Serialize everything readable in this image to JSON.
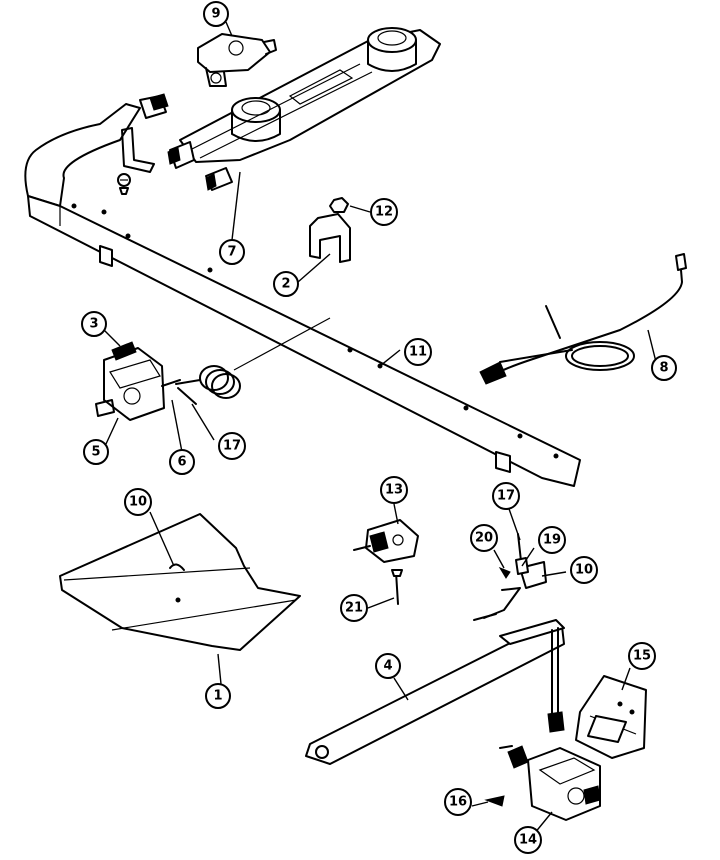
{
  "callouts": [
    {
      "id": "c9",
      "label": "9"
    },
    {
      "id": "c12",
      "label": "12"
    },
    {
      "id": "c7",
      "label": "7"
    },
    {
      "id": "c2",
      "label": "2"
    },
    {
      "id": "c3",
      "label": "3"
    },
    {
      "id": "c11",
      "label": "11"
    },
    {
      "id": "c8",
      "label": "8"
    },
    {
      "id": "c5",
      "label": "5"
    },
    {
      "id": "c6",
      "label": "6"
    },
    {
      "id": "c17a",
      "label": "17"
    },
    {
      "id": "c10a",
      "label": "10"
    },
    {
      "id": "c13",
      "label": "13"
    },
    {
      "id": "c17b",
      "label": "17"
    },
    {
      "id": "c20",
      "label": "20"
    },
    {
      "id": "c19",
      "label": "19"
    },
    {
      "id": "c10b",
      "label": "10"
    },
    {
      "id": "c21",
      "label": "21"
    },
    {
      "id": "c1",
      "label": "1"
    },
    {
      "id": "c4",
      "label": "4"
    },
    {
      "id": "c15",
      "label": "15"
    },
    {
      "id": "c16",
      "label": "16"
    },
    {
      "id": "c14",
      "label": "14"
    }
  ]
}
